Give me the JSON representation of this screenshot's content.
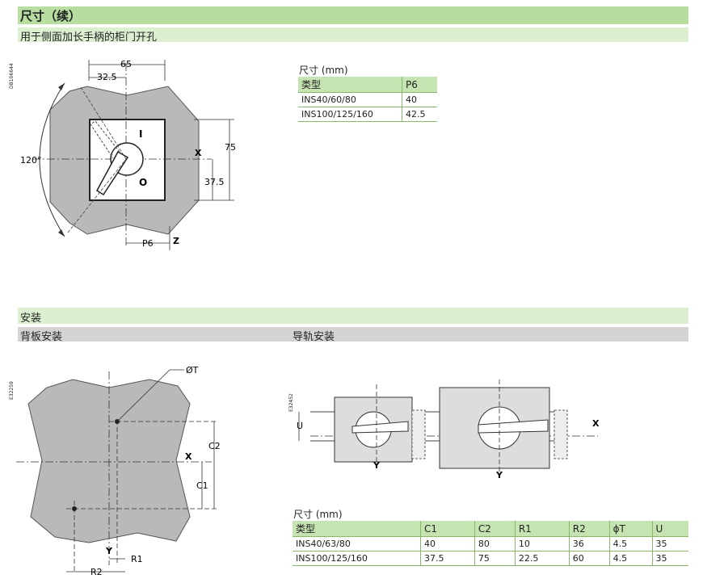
{
  "header": {
    "title": "尺寸（续）",
    "subtitle": "用于侧面加长手柄的柜门开孔"
  },
  "drawing1": {
    "code": "DB106644",
    "dim_65": "65",
    "dim_32_5": "32.5",
    "dim_75": "75",
    "dim_37_5": "37.5",
    "angle": "120°",
    "axis_x": "X",
    "axis_z": "Z",
    "dim_p6": "P6",
    "pos_on": "I",
    "pos_off": "O"
  },
  "table1": {
    "caption": "尺寸 (mm)",
    "headers": [
      "类型",
      "P6"
    ],
    "rows": [
      [
        "INS40/60/80",
        "40"
      ],
      [
        "INS100/125/160",
        "42.5"
      ]
    ]
  },
  "install": {
    "title": "安装",
    "left": "背板安装",
    "right": "导轨安装"
  },
  "drawing2": {
    "code": "E32259",
    "diameter": "ØT",
    "c1": "C1",
    "c2": "C2",
    "axis_x": "X",
    "axis_y": "Y",
    "r1": "R1",
    "r2": "R2"
  },
  "drawing3": {
    "code": "E32452",
    "u": "U",
    "axis_x": "X",
    "axis_y": "Y"
  },
  "table2": {
    "caption": "尺寸 (mm)",
    "headers": [
      "类型",
      "C1",
      "C2",
      "R1",
      "R2",
      "ϕT",
      "U"
    ],
    "rows": [
      [
        "INS40/63/80",
        "40",
        "80",
        "10",
        "36",
        "4.5",
        "35"
      ],
      [
        "INS100/125/160",
        "37.5",
        "75",
        "22.5",
        "60",
        "4.5",
        "35"
      ]
    ]
  }
}
